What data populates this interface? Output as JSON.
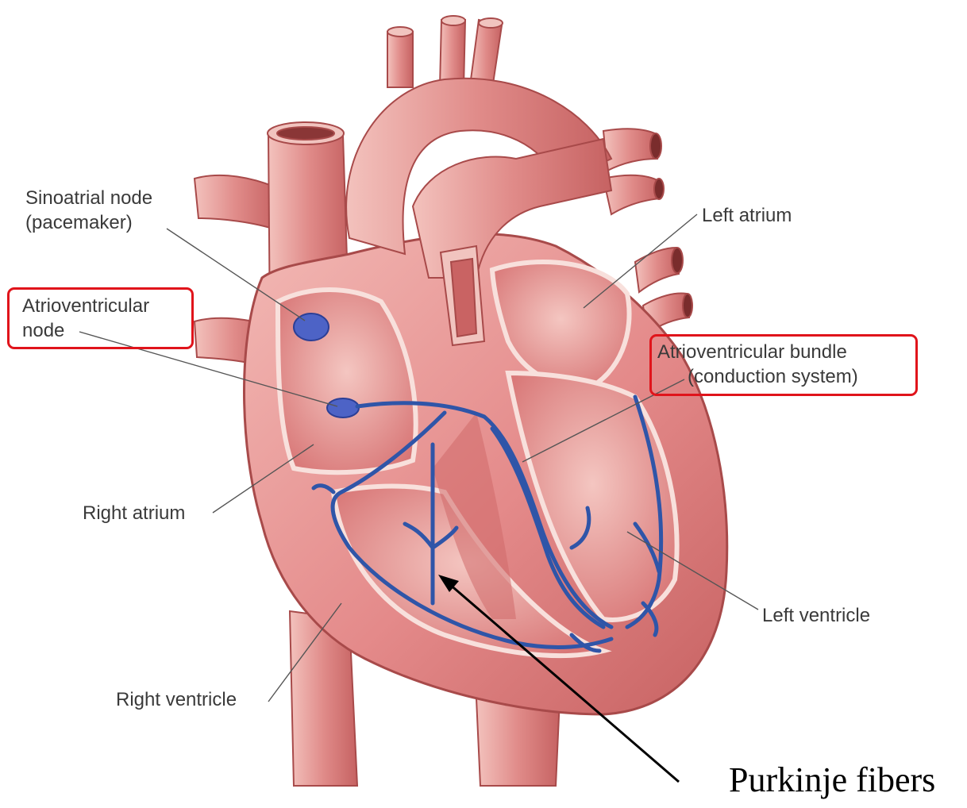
{
  "labels": {
    "sinoatrial": [
      "Sinoatrial node",
      "(pacemaker)"
    ],
    "av_node": [
      "Atrioventricular",
      "node"
    ],
    "left_atrium": "Left atrium",
    "av_bundle": [
      "Atrioventricular bundle",
      "(conduction system)"
    ],
    "right_atrium": "Right atrium",
    "left_ventricle": "Left ventricle",
    "right_ventricle": "Right ventricle",
    "purkinje": "Purkinje fibers"
  },
  "colors": {
    "highlight_box": "#e0141b",
    "tissue": "#e48a8a",
    "tissue_dark": "#b84848",
    "tissue_light": "#f3c4c0",
    "conduction": "#2f55a8",
    "label_text": "#3a3a3a"
  }
}
